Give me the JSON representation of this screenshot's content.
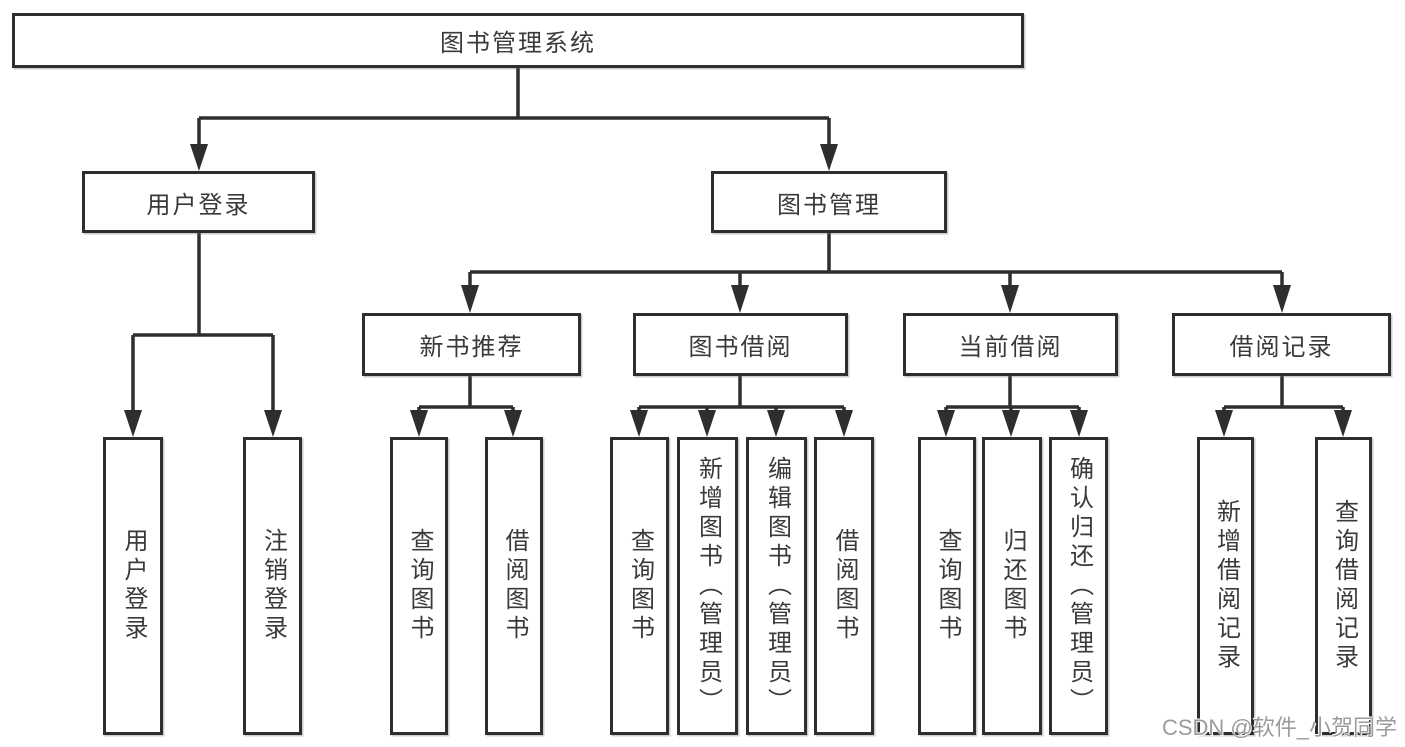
{
  "tree": {
    "root": "图书管理系统",
    "user_login": {
      "label": "用户登录",
      "children": [
        "用户登录",
        "注销登录"
      ]
    },
    "book_mgmt": {
      "label": "图书管理",
      "new_books": {
        "label": "新书推荐",
        "children": [
          "查询图书",
          "借阅图书"
        ]
      },
      "book_borrow": {
        "label": "图书借阅",
        "children": [
          "查询图书",
          "新增图书（管理员）",
          "编辑图书（管理员）",
          "借阅图书"
        ]
      },
      "current_borrow": {
        "label": "当前借阅",
        "children": [
          "查询图书",
          "归还图书",
          "确认归还（管理员）"
        ]
      },
      "borrow_records": {
        "label": "借阅记录",
        "children": [
          "新增借阅记录",
          "查询借阅记录"
        ]
      }
    }
  },
  "watermark": "CSDN @软件_小贺同学",
  "colors": {
    "line": "#2e2e2e",
    "text": "#3a3a3a",
    "watermark_text": "#9b9b9b",
    "background": "#ffffff"
  }
}
